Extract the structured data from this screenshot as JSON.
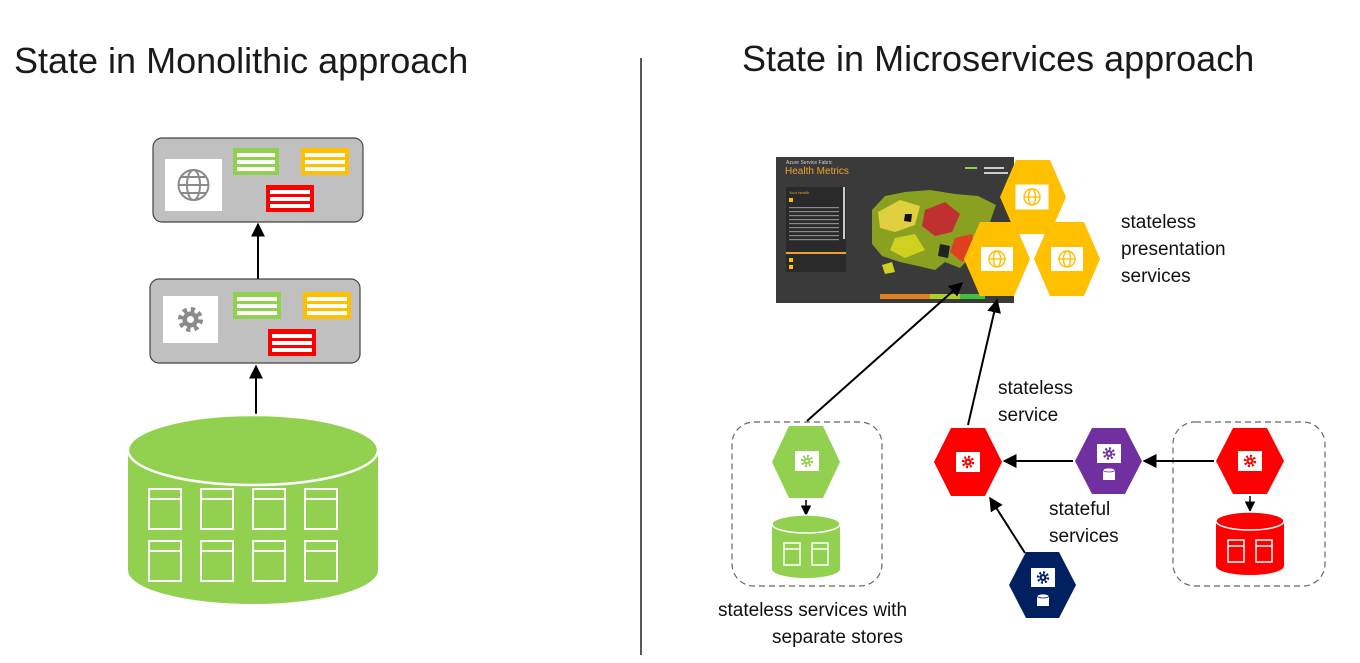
{
  "left": {
    "title": "State in Monolithic approach"
  },
  "right": {
    "title": "State in Microservices approach",
    "screenshot": {
      "small_header": "Azure Service Fabric",
      "title": "Health Metrics",
      "panel_title": "Your health"
    },
    "labels": {
      "presentation": [
        "stateless",
        "presentation",
        "services"
      ],
      "stateless_service": [
        "stateless",
        "service"
      ],
      "stateful_services": [
        "stateful",
        "services"
      ],
      "separate_stores": [
        "stateless services with",
        "separate stores"
      ]
    }
  },
  "colors": {
    "green": "#92D050",
    "yellow": "#FFC000",
    "red": "#FF0000",
    "purple": "#7030A0",
    "navy": "#002060",
    "gray_box": "#C0C0C0",
    "dark_screen": "#3a3a3a",
    "orange_title": "#F0A030"
  },
  "icons": [
    "globe-icon",
    "gear-icon",
    "database-icon"
  ]
}
